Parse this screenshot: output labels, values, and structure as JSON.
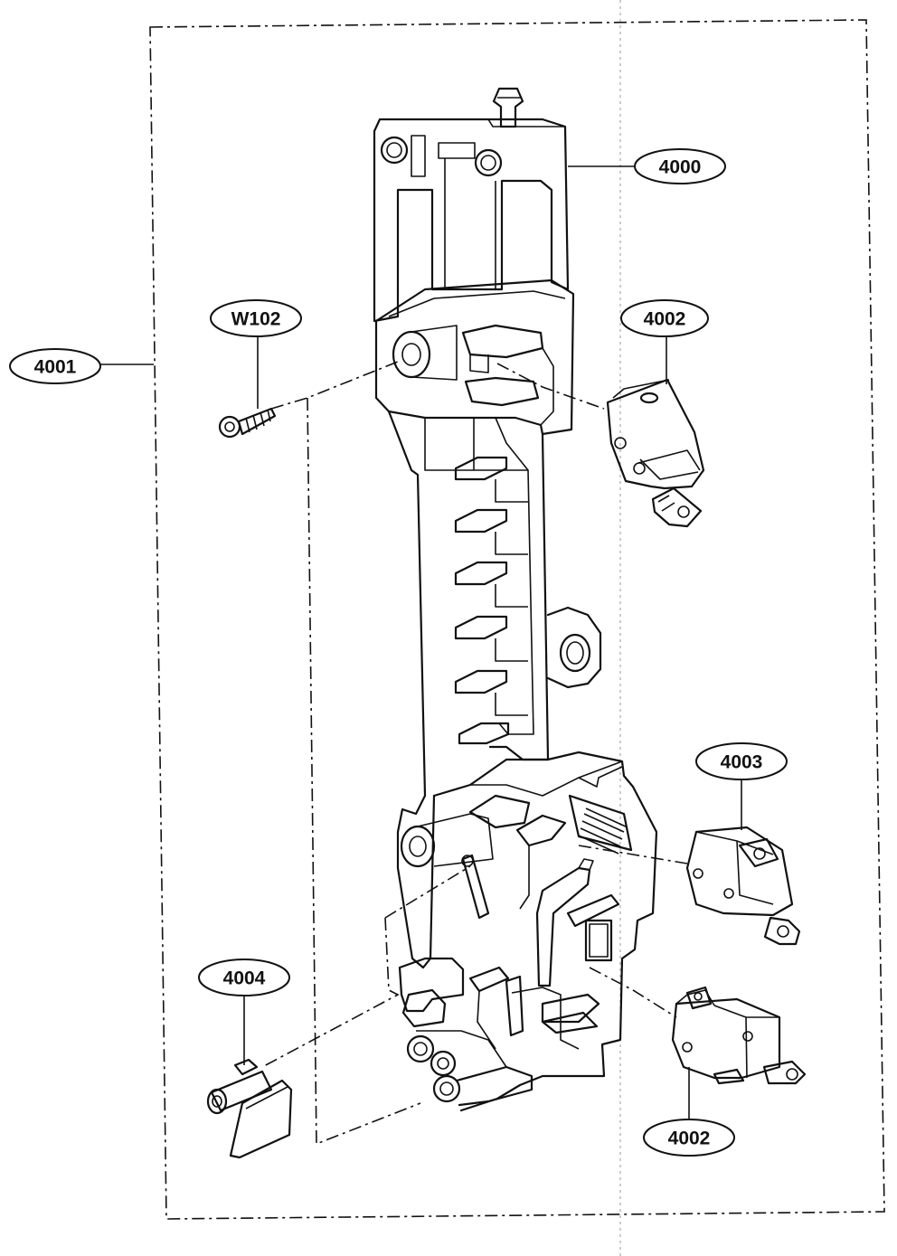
{
  "labels": {
    "frame": "4000",
    "assembly": "4001",
    "switch_top": "4002",
    "switch_middle": "4003",
    "switch_bottom": "4002",
    "lever": "4004",
    "screw": "W102"
  },
  "colors": {
    "line": "#111111",
    "background": "#ffffff"
  }
}
